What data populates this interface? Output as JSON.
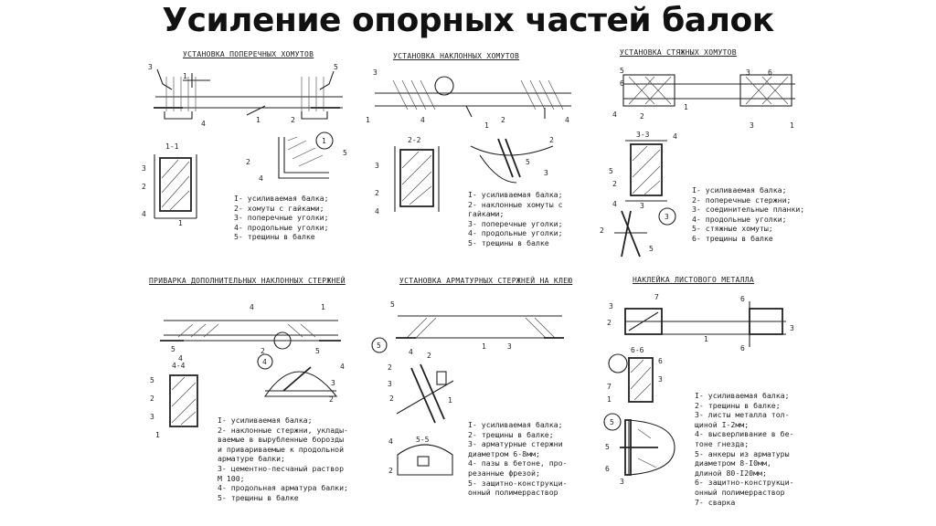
{
  "title": "Усиление  опорных частей балок",
  "panels": {
    "p1": {
      "title": "УСТАНОВКА ПОПЕРЕЧНЫХ ХОМУТОВ",
      "section": "1-1",
      "detail": "1",
      "legend": [
        "I- усиливаемая балка;",
        "2- хомуты с гайками;",
        "3- поперечные уголки;",
        "4- продольные уголки;",
        "5- трещины в балке"
      ]
    },
    "p2": {
      "title": "УСТАНОВКА НАКЛОННЫХ ХОМУТОВ",
      "section": "2-2",
      "legend": [
        "I- усиливаемая балка;",
        "2- наклонные хомуты с",
        "   гайками;",
        "3- поперечные уголки;",
        "4- продольные уголки;",
        "5- трещины в балке"
      ]
    },
    "p3": {
      "title": "УСТАНОВКА СТЯЖНЫХ ХОМУТОВ",
      "section": "3-3",
      "detail": "3",
      "legend": [
        "I- усиливаемая балка;",
        "2- поперечные стержни;",
        "3- соединительные планки;",
        "4- продольные уголки;",
        "5- стяжные хомуты;",
        "6- трещины в балке"
      ]
    },
    "p4": {
      "title": "ПРИВАРКА ДОПОЛНИТЕЛЬНЫХ НАКЛОННЫХ СТЕРЖНЕЙ",
      "section": "4-4",
      "detail": "4",
      "legend": [
        "I- усиливаемая балка;",
        "2- наклонные стержни, уклады-",
        "   ваемые в вырубленные борозды",
        "   и привариваемые к продольной",
        "   арматуре балки;",
        "3- цементно-песчаный раствор",
        "   М 100;",
        "4- продольная арматура балки;",
        "5- трещины в балке"
      ]
    },
    "p5": {
      "title": "УСТАНОВКА АРМАТУРНЫХ СТЕРЖНЕЙ НА КЛЕЮ",
      "section": "5-5",
      "legend": [
        "I- усиливаемая балка;",
        "2- трещины в балке;",
        "3- арматурные стержни",
        "   диаметром 6-8мм;",
        "4- пазы в бетоне, про-",
        "   резанные фрезой;",
        "5- защитно-конструкци-",
        "   онный полимерраствор"
      ]
    },
    "p6": {
      "title": "НАКЛЕЙКА ЛИСТОВОГО МЕТАЛЛА",
      "section": "6-6",
      "legend": [
        "I- усиливаемая балка;",
        "2- трещины в балке;",
        "3- листы металла тол-",
        "   щиной I-2мм;",
        "4- высверливание в бе-",
        "   тоне гнезда;",
        "5- анкеры из арматуры",
        "   диаметром 8-I0мм,",
        "   длиной 80-I20мм;",
        "6- защитно-конструкци-",
        "   онный полимерраствор",
        "7- сварка"
      ]
    }
  }
}
